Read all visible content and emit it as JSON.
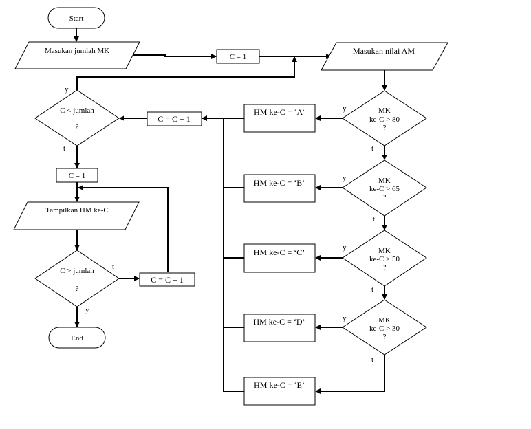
{
  "nodes": {
    "start": "Start",
    "input_mk": "Masukan jumlah MK",
    "c_init_top": "C = 1",
    "input_am": "Masukan nilai AM",
    "loop_check": {
      "line1": "C < jumlah",
      "line2": "?"
    },
    "c_inc_top": "C = C + 1",
    "c_init_bottom": "C = 1",
    "show_hm": "Tampilkan HM ke-C",
    "end_check": {
      "line1": "C > jumlah",
      "line2": "?"
    },
    "c_inc_bottom": "C = C + 1",
    "end": "End",
    "grade_checks": [
      {
        "line1": "MK",
        "line2": "ke-C > 80",
        "line3": "?"
      },
      {
        "line1": "MK",
        "line2": "ke-C > 65",
        "line3": "?"
      },
      {
        "line1": "MK",
        "line2": "ke-C > 50",
        "line3": "?"
      },
      {
        "line1": "MK",
        "line2": "ke-C > 30",
        "line3": "?"
      }
    ],
    "grade_boxes": [
      "HM ke-C = ‘A’",
      "HM ke-C = ‘B’",
      "HM ke-C = ‘C’",
      "HM ke-C = ‘D’",
      "HM ke-C = ‘E’"
    ]
  },
  "branch_labels": {
    "yes": "y",
    "no": "t"
  }
}
